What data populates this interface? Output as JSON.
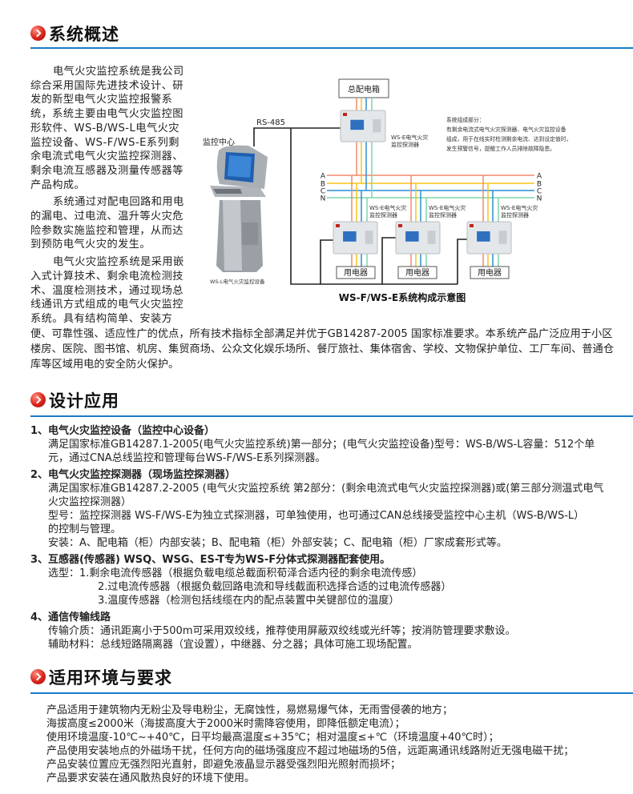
{
  "colors": {
    "accent_blue": "#1a7cc8",
    "icon_red": "#d8231a",
    "wire_a": "#f08a6e",
    "wire_b": "#f5c518",
    "wire_c": "#2a8fd6",
    "wire_n": "#7fd4a8"
  },
  "overview": {
    "title": "系统概述",
    "para1": [
      "电气火灾监控系统是我公司",
      "综合采用国际先进技术设计、研",
      "发的新型电气火灾监控报警系",
      "统，系统主要由电气火灾监控图",
      "形软件、WS-B/WS-L电气火灾",
      "监控设备、WS-F/WS-E系列剩",
      "余电流式电气火灾监控探测器、",
      "剩余电流互感器及测量传感器等",
      "产品构成。"
    ],
    "para2": [
      "系统通过对配电回路和用电",
      "的漏电、过电流、温升等火灾危",
      "险参数实施监控和管理，从而达",
      "到预防电气火灾的发生。"
    ],
    "para3_col": [
      "电气火灾监控系统是采用嵌",
      "入式计算技术、剩余电流检测技",
      "术、温度检测技术，通过现场总",
      "线通讯方式组成的电气火灾监控",
      "系统。具有结构简单、安装方"
    ],
    "para3_full": [
      "便、可靠性强、适应性广的优点，所有技术指标全部满足并优于GB14287-2005 国家标准要求。本系统产品广泛应用于小区",
      "楼房、医院、图书馆、机房、集贸商场、公众文化娱乐场所、餐厅旅社、集体宿舍、学校、文物保护单位、工厂车间、普通仓",
      "库等区域用电的安全防火保护。"
    ]
  },
  "diagram": {
    "main_box": "总配电箱",
    "rs485": "RS-485",
    "center_label": "监控中心",
    "kiosk_caption": "WS-L电气火灾监控设备",
    "detector_label_1": "WS-E电气火灾",
    "detector_label_2": "监控探测器",
    "load_label": "用电器",
    "phases": [
      "A",
      "B",
      "C",
      "N"
    ],
    "note": [
      "系统组成部分：",
      "有剩余电流式电气火灾探测器、电气火灾监控设备",
      "组成，用于在线实时检测剩余电流、达到设定值时，",
      "发生预警信号，提醒工作人员排除故障隐患。"
    ],
    "caption": "WS-F/WS-E系统构成示意图"
  },
  "design": {
    "title": "设计应用",
    "items": [
      {
        "heading": "1、电气火灾监控设备（监控中心设备）",
        "lines": [
          "满足国家标准GB14287.1-2005(电气火灾监控系统)第一部分；(电气火灾监控设备)型号：WS-B/WS-L容量：512个单",
          "元，通过CNA总线监控和管理每台WS-F/WS-E系列探测器。"
        ]
      },
      {
        "heading": "2、电气火灾监控探测器（现场监控探测器）",
        "lines": [
          "满足国家标准GB14287.2-2005 (电气火灾监控系统 第2部分：(剩余电流式电气火灾监控探测器)或(第三部分测温式电气",
          "火灾监控探测器）",
          "型号：监控探测器 WS-F/WS-E为独立式探测器，可单独使用，也可通过CAN总线接受监控中心主机（WS-B/WS-L）",
          "的控制与管理。",
          "安装：A、配电箱（柜）内部安装；B、配电箱（柜）外部安装；C、配电箱（柜）厂家成套形式等。"
        ]
      },
      {
        "heading": "3、互感器(传感器) WSQ、WSG、ES-T专为WS-F分体式探测器配套使用。",
        "lines": [
          "选型：1.剩余电流传感器（根据负载电缆总截面积荀泽合适内径的剩余电流传感）",
          "2.过电流传感器（根据负载回路电流和导线截面积选择合适的过电流传感器）",
          "3.温度传感器（检测包括线缆在内的配点装置中关键部位的温度）"
        ]
      },
      {
        "heading": "4、通信传输线路",
        "lines": [
          "传输介质：通讯距离小于500m可采用双绞线，推荐使用屏蔽双绞线或光纤等；按消防管理要求敷设。",
          "辅助材料：总线短路隔离器（宜设置），中继器、分之器；具体可施工现场配置。"
        ]
      }
    ]
  },
  "environment": {
    "title": "适用环境与要求",
    "lines": [
      "产品适用于建筑物内无粉尘及导电粉尘，无腐蚀性，易燃易爆气体，无雨雪侵袭的地方；",
      "海拔高度≤2000米（海拔高度大于2000米时需降容使用，即降低额定电流）；",
      "使用环境温度-10℃~+40℃，日平均最高温度≤+35℃；相对温度≤+℃（环境温度+40℃时）；",
      "产品使用安装地点的外磁场干扰，任何方向的磁场强度应不超过地磁场的5倍，远距离通讯线路附近无强电磁干扰；",
      "产品安装位置应无强烈阳光直射，即避免液晶显示器受强烈阳光照射而损坏；",
      "产品要求安装在通风散热良好的环境下使用。"
    ]
  }
}
